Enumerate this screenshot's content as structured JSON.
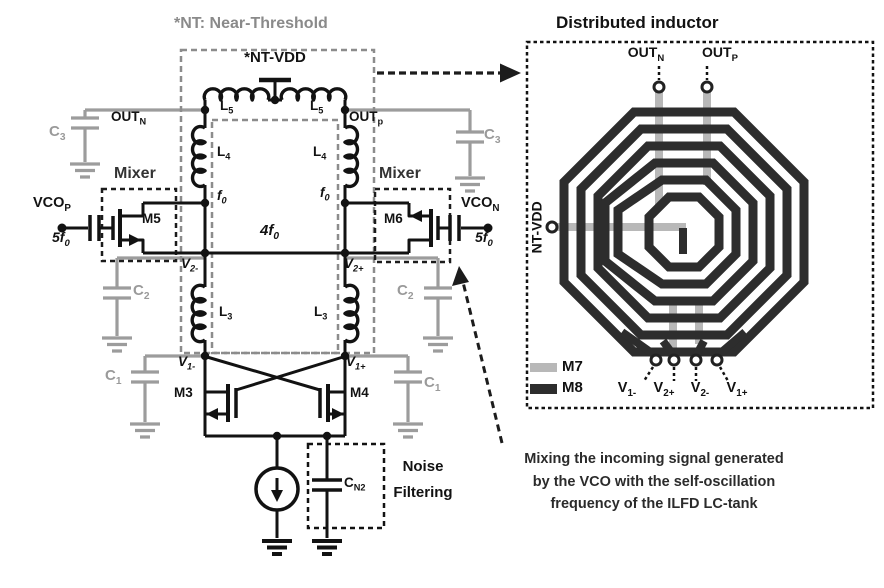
{
  "colors": {
    "circuit_black": "#121212",
    "passive_gray": "#9c9c9c",
    "dashed_gray": "#8c8c8c",
    "layer_m7_gray": "#b8b8b8",
    "layer_m8_dark": "#2d2d2d"
  },
  "left": {
    "nt_note": "*NT: Near-Threshold",
    "nt_vdd": "*NT-VDD",
    "mixer_left": "Mixer",
    "mixer_right": "Mixer",
    "noise_line1": "Noise",
    "noise_line2": "Filtering",
    "labels": {
      "l5_left": {
        "m": "L",
        "s": "5"
      },
      "l5_right": {
        "m": "L",
        "s": "5"
      },
      "out_n": {
        "m": "OUT",
        "s": "N"
      },
      "out_p": {
        "m": "OUT",
        "s": "p"
      },
      "c3_left": {
        "m": "C",
        "s": "3"
      },
      "c3_right": {
        "m": "C",
        "s": "3"
      },
      "l4_left": {
        "m": "L",
        "s": "4"
      },
      "l4_right": {
        "m": "L",
        "s": "4"
      },
      "f0_left": {
        "m": "f",
        "s": "0"
      },
      "f0_right": {
        "m": "f",
        "s": "0"
      },
      "vco_p": {
        "m": "VCO",
        "s": "P"
      },
      "vco_n": {
        "m": "VCO",
        "s": "N"
      },
      "m5": "M5",
      "m6": "M6",
      "five_f0_left": {
        "m": "5f",
        "s": "0"
      },
      "five_f0_right": {
        "m": "5f",
        "s": "0"
      },
      "four_f0": {
        "m": "4f",
        "s": "0"
      },
      "v2_minus": {
        "m": "V",
        "s": "2-"
      },
      "v2_plus": {
        "m": "V",
        "s": "2+"
      },
      "c2_left": {
        "m": "C",
        "s": "2"
      },
      "c2_right": {
        "m": "C",
        "s": "2"
      },
      "l3_left": {
        "m": "L",
        "s": "3"
      },
      "l3_right": {
        "m": "L",
        "s": "3"
      },
      "v1_minus": {
        "m": "V",
        "s": "1-"
      },
      "v1_plus": {
        "m": "V",
        "s": "1+"
      },
      "c1_left": {
        "m": "C",
        "s": "1"
      },
      "c1_right": {
        "m": "C",
        "s": "1"
      },
      "m3": "M3",
      "m4": "M4",
      "cn2": {
        "m": "C",
        "s": "N2"
      }
    }
  },
  "panel": {
    "title": "Distributed inductor",
    "out_n": {
      "m": "OUT",
      "s": "N"
    },
    "out_p": {
      "m": "OUT",
      "s": "P"
    },
    "nt_vdd": "NT-VDD",
    "legend": {
      "m7": "M7",
      "m8": "M8"
    },
    "pins": [
      {
        "m": "V",
        "s": "1-"
      },
      {
        "m": "V",
        "s": "2+"
      },
      {
        "m": "V",
        "s": "2-"
      },
      {
        "m": "V",
        "s": "1+"
      }
    ]
  },
  "caption": {
    "line1": "Mixing the incoming signal  generated",
    "line2": "by the VCO with the self-oscillation",
    "line3": "frequency of the ILFD LC-tank"
  }
}
